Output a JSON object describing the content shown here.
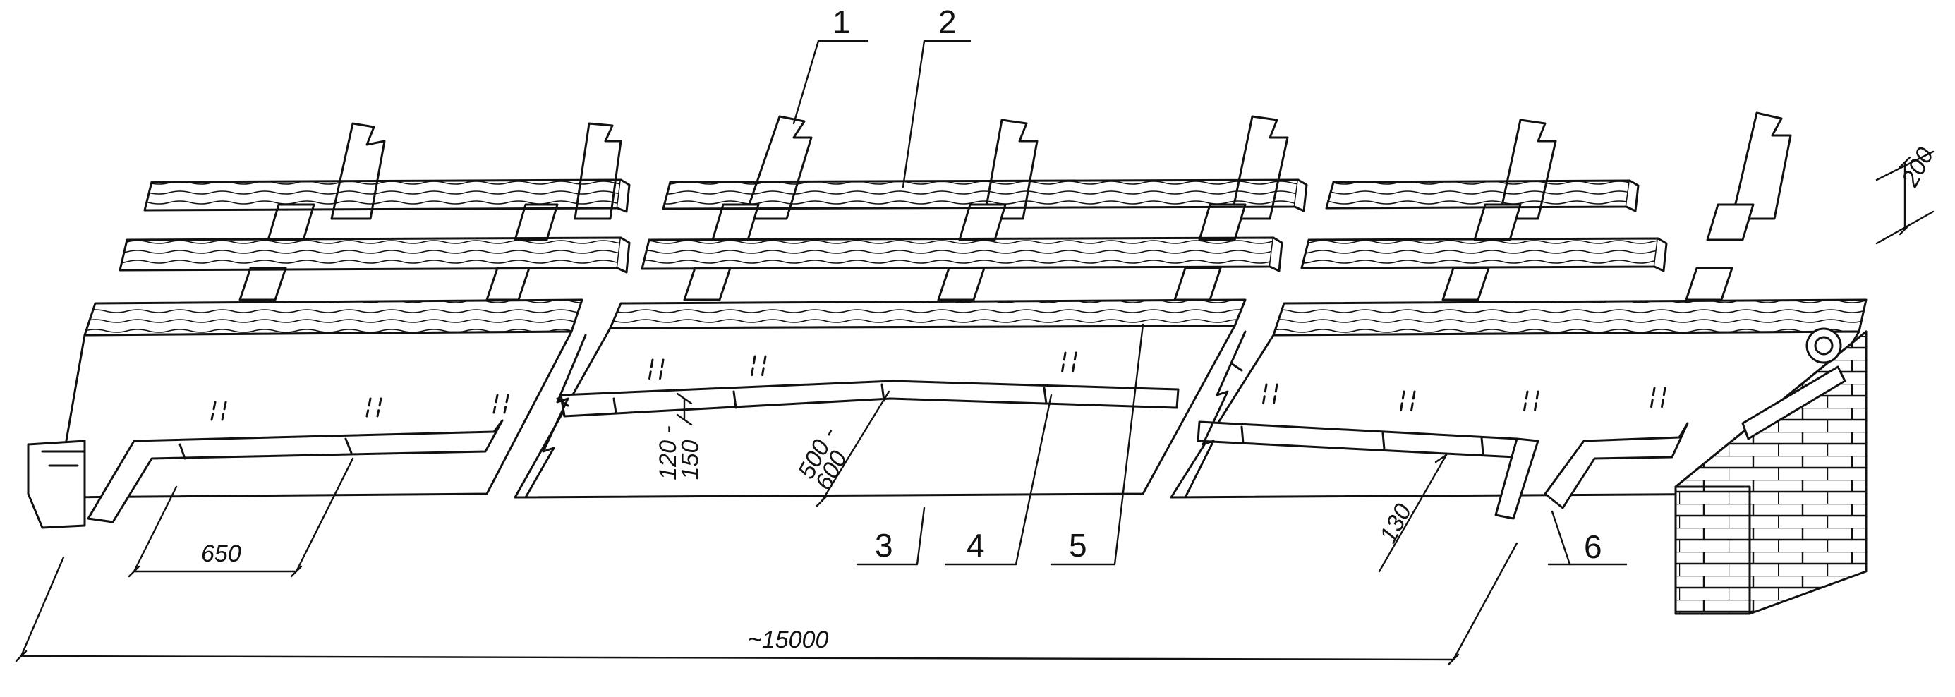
{
  "colors": {
    "ink": "#111111",
    "paper": "#ffffff"
  },
  "callouts": {
    "c1": "1",
    "c2": "2",
    "c3": "3",
    "c4": "4",
    "c5": "5",
    "c6": "6"
  },
  "dimensions": {
    "batten_spacing": "650",
    "total_length": "~15000",
    "gutter_depth_top": "120 -",
    "gutter_depth_bottom": "150",
    "slope_length_top": "500 -",
    "slope_length_bottom": "600",
    "edge_offset": "130",
    "batten_gap": "200"
  }
}
